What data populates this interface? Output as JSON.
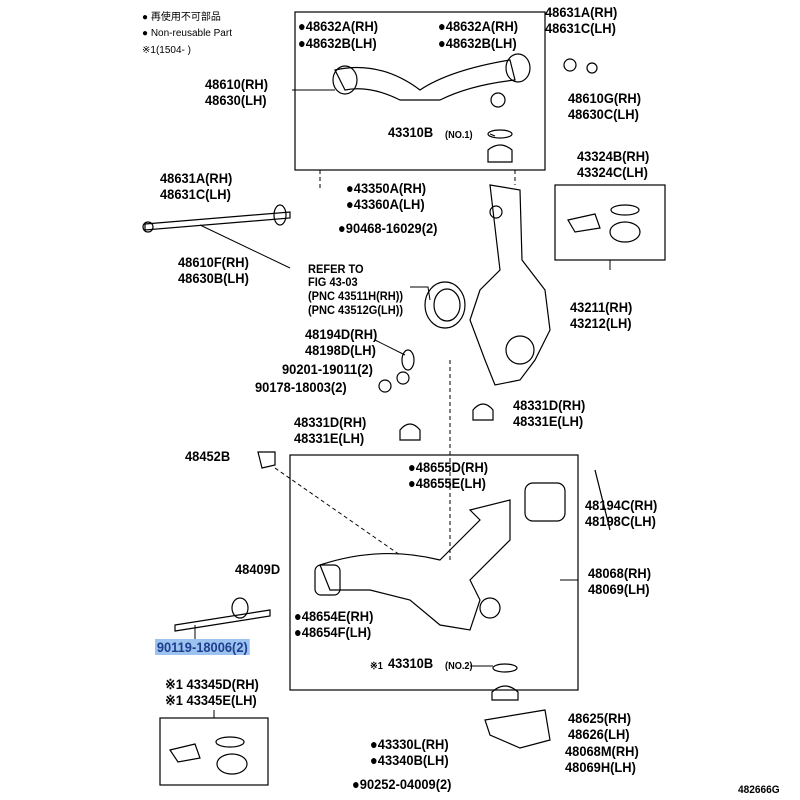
{
  "legend": {
    "jp": "● 再使用不可部品",
    "en": "● Non-reusable Part",
    "note": "※1(1504-      )"
  },
  "labels": {
    "a1": "●48632A(RH)",
    "a2": "●48632B(LH)",
    "b1": "●48632A(RH)",
    "b2": "●48632B(LH)",
    "c1": "48631A(RH)",
    "c2": "48631C(LH)",
    "d1": "48610(RH)",
    "d2": "48630(LH)",
    "e1": "48610G(RH)",
    "e2": "48630C(LH)",
    "f1": "43310B",
    "f2": "(NO.1)",
    "g1": "43324B(RH)",
    "g2": "43324C(LH)",
    "h1": "48631A(RH)",
    "h2": "48631C(LH)",
    "i1": "●43350A(RH)",
    "i2": "●43360A(LH)",
    "j1": "●90468-16029(2)",
    "k1": "48610F(RH)",
    "k2": "48630B(LH)",
    "r1": "REFER TO",
    "r2": "FIG 43-03",
    "r3": "(PNC 43511H(RH))",
    "r4": "(PNC 43512G(LH))",
    "l1": "43211(RH)",
    "l2": "43212(LH)",
    "m1": "48194D(RH)",
    "m2": "48198D(LH)",
    "n1": "90201-19011(2)",
    "n2": "90178-18003(2)",
    "o1": "48331D(RH)",
    "o2": "48331E(LH)",
    "p1": "48331D(RH)",
    "p2": "48331E(LH)",
    "q1": "48452B",
    "s1": "●48655D(RH)",
    "s2": "●48655E(LH)",
    "t1": "48194C(RH)",
    "t2": "48198C(LH)",
    "u1": "48409D",
    "v1": "48068(RH)",
    "v2": "48069(LH)",
    "w1": "●48654E(RH)",
    "w2": "●48654F(LH)",
    "x1": "90119-18006(2)",
    "y1": "※1",
    "y2": "43310B",
    "y3": "(NO.2)",
    "z1": "※1 43345D(RH)",
    "z2": "※1 43345E(LH)",
    "aa1": "48625(RH)",
    "aa2": "48626(LH)",
    "bb1": "●43330L(RH)",
    "bb2": "●43340B(LH)",
    "cc1": "48068M(RH)",
    "cc2": "48069H(LH)",
    "dd1": "●90252-04009(2)",
    "fig": "482666G"
  },
  "colors": {
    "highlight": "#9cc3f0",
    "highlight_text": "#1f3f8f"
  }
}
